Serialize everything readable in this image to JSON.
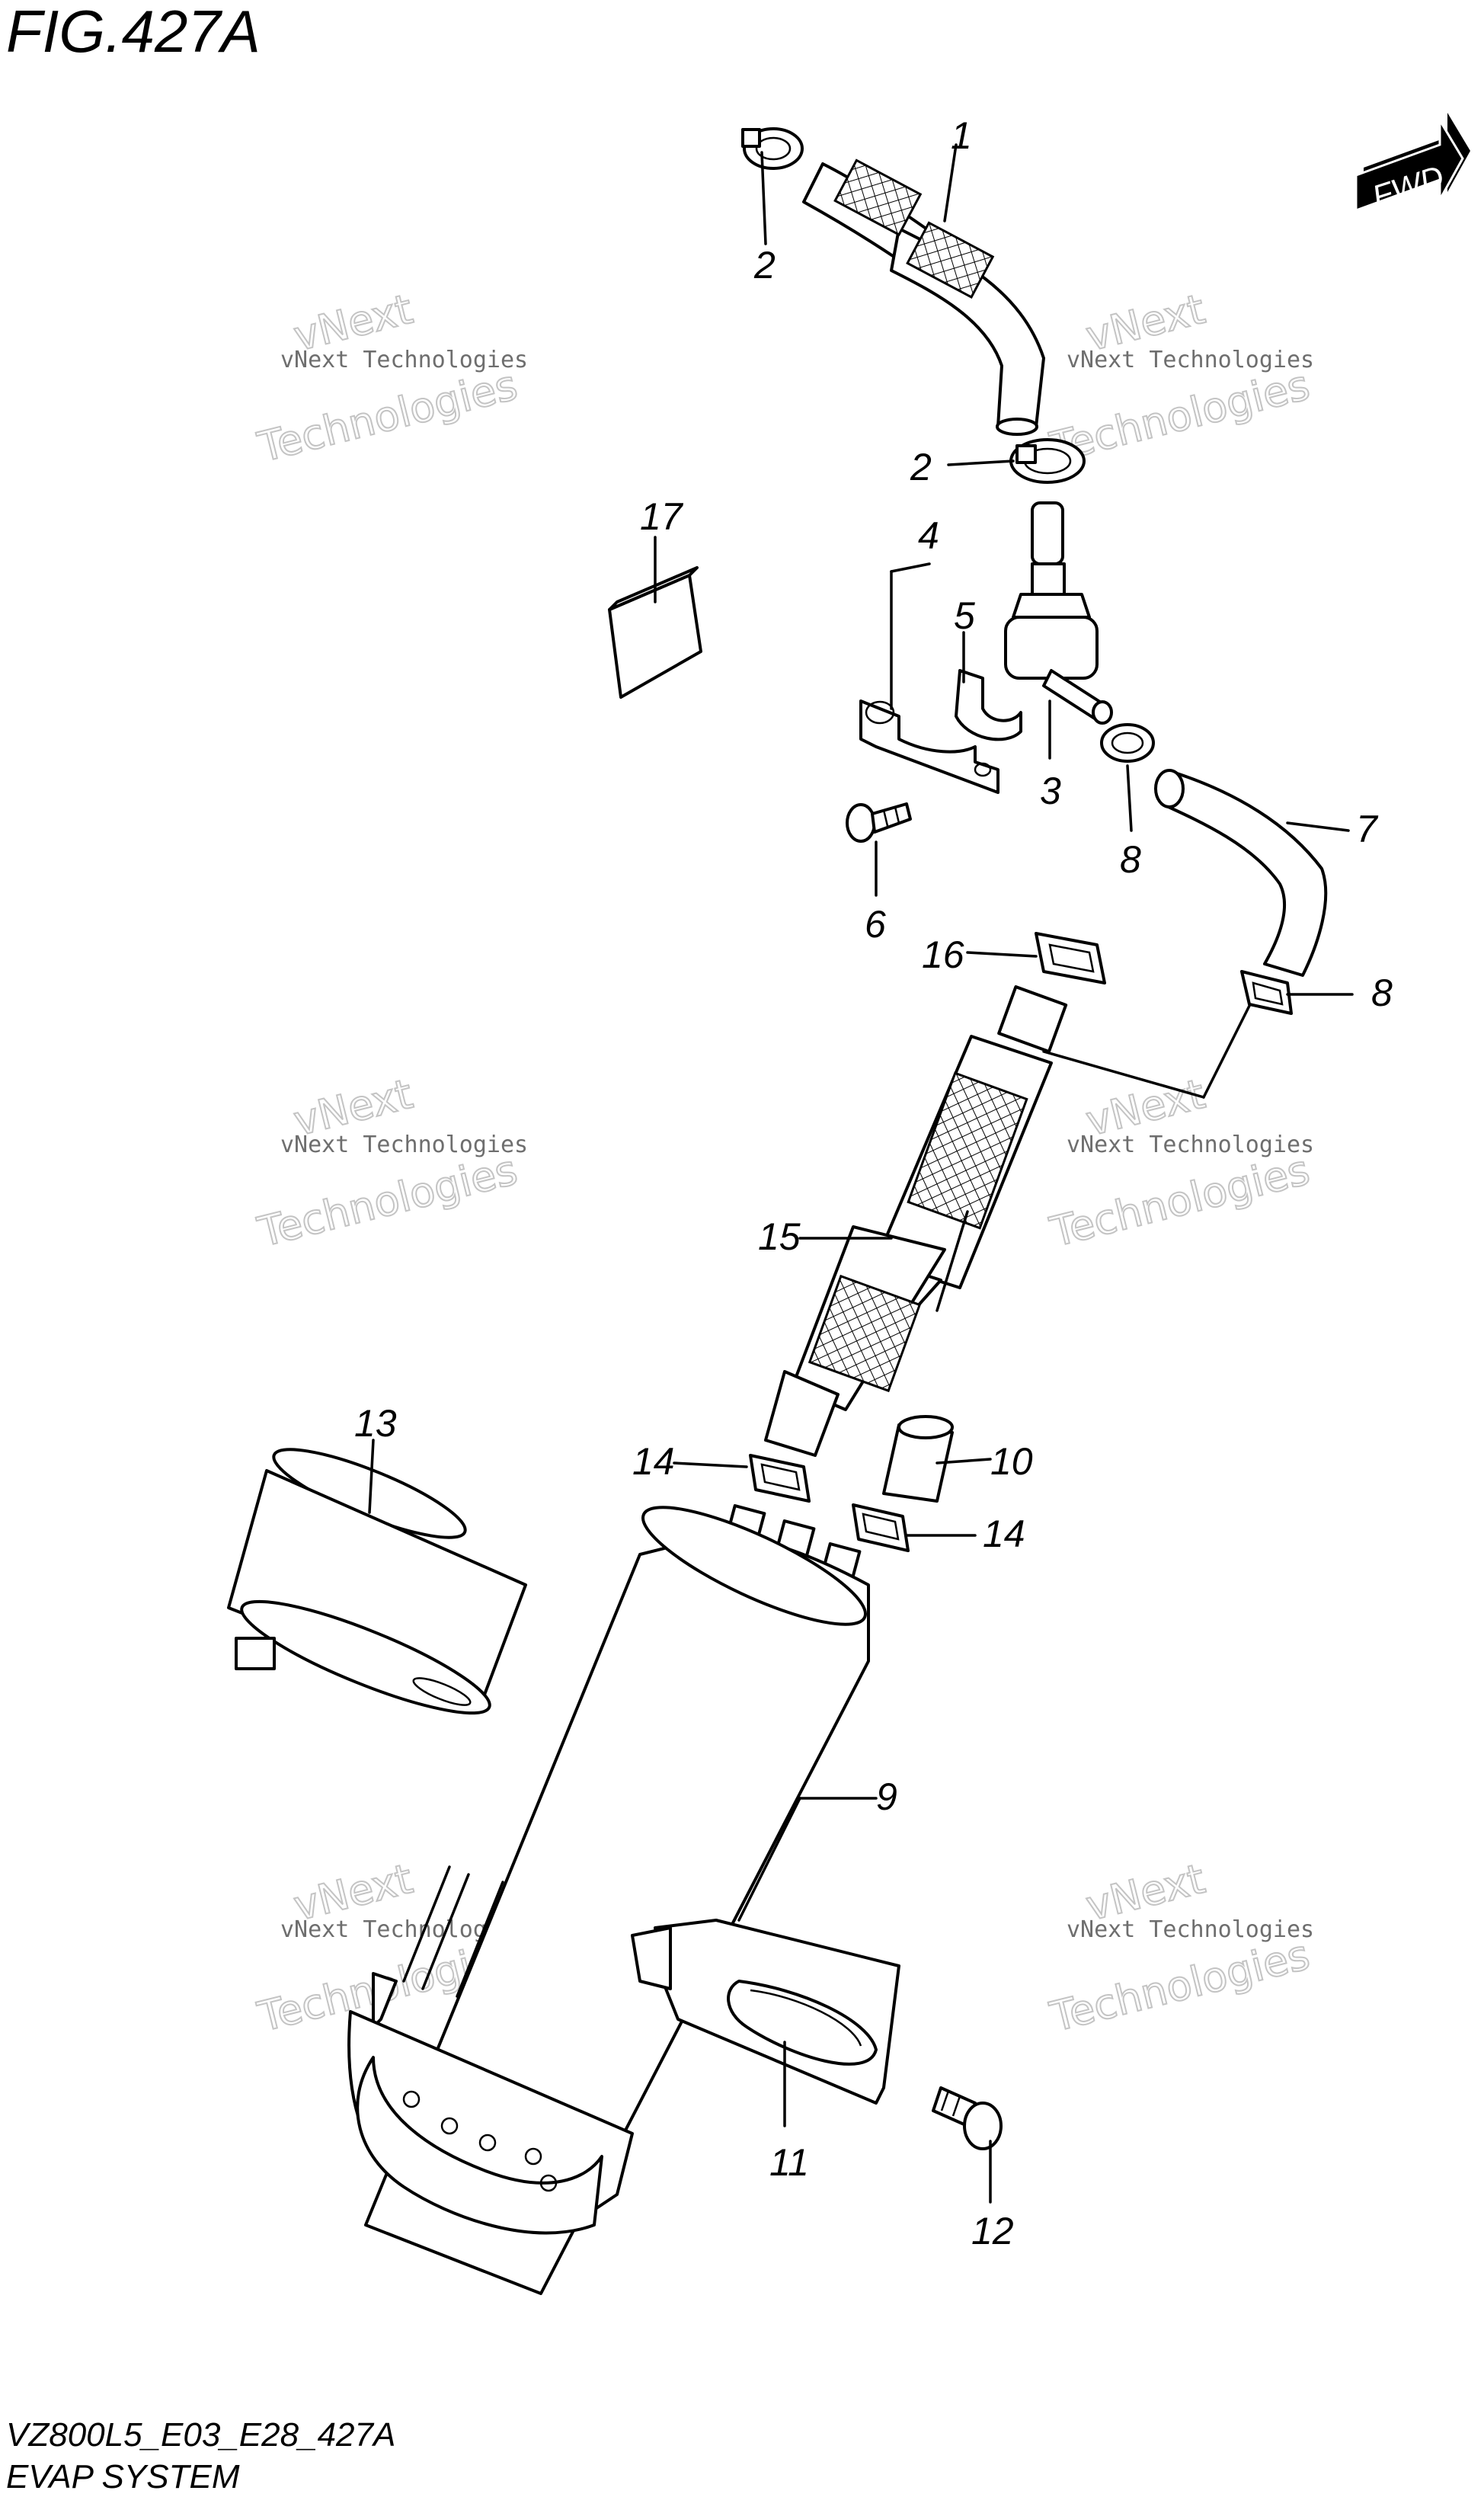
{
  "figure": {
    "title": "FIG.427A"
  },
  "direction_badge": {
    "label": "FWD"
  },
  "footer": {
    "code": "VZ800L5_E03_E28_427A",
    "section": "EVAP SYSTEM"
  },
  "watermark": {
    "line1": "vNext Technologies",
    "line2": "vNext",
    "line3": "Technologies"
  },
  "callouts": [
    {
      "id": "1",
      "label": "1"
    },
    {
      "id": "2a",
      "label": "2"
    },
    {
      "id": "2b",
      "label": "2"
    },
    {
      "id": "3",
      "label": "3"
    },
    {
      "id": "4",
      "label": "4"
    },
    {
      "id": "5",
      "label": "5"
    },
    {
      "id": "6",
      "label": "6"
    },
    {
      "id": "7",
      "label": "7"
    },
    {
      "id": "8a",
      "label": "8"
    },
    {
      "id": "8b",
      "label": "8"
    },
    {
      "id": "9",
      "label": "9"
    },
    {
      "id": "10",
      "label": "10"
    },
    {
      "id": "11",
      "label": "11"
    },
    {
      "id": "12",
      "label": "12"
    },
    {
      "id": "13",
      "label": "13"
    },
    {
      "id": "14a",
      "label": "14"
    },
    {
      "id": "14b",
      "label": "14"
    },
    {
      "id": "15",
      "label": "15"
    },
    {
      "id": "16",
      "label": "16"
    },
    {
      "id": "17",
      "label": "17"
    }
  ]
}
